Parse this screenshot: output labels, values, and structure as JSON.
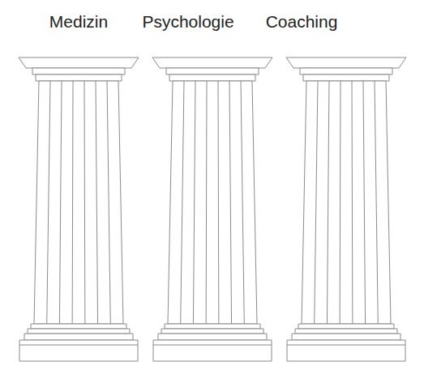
{
  "diagram": {
    "nodes": [
      {
        "text": [
          "Medizin"
        ]
      },
      {
        "text": [
          "Psychologie"
        ]
      },
      {
        "text": [
          "Coaching"
        ]
      }
    ]
  }
}
